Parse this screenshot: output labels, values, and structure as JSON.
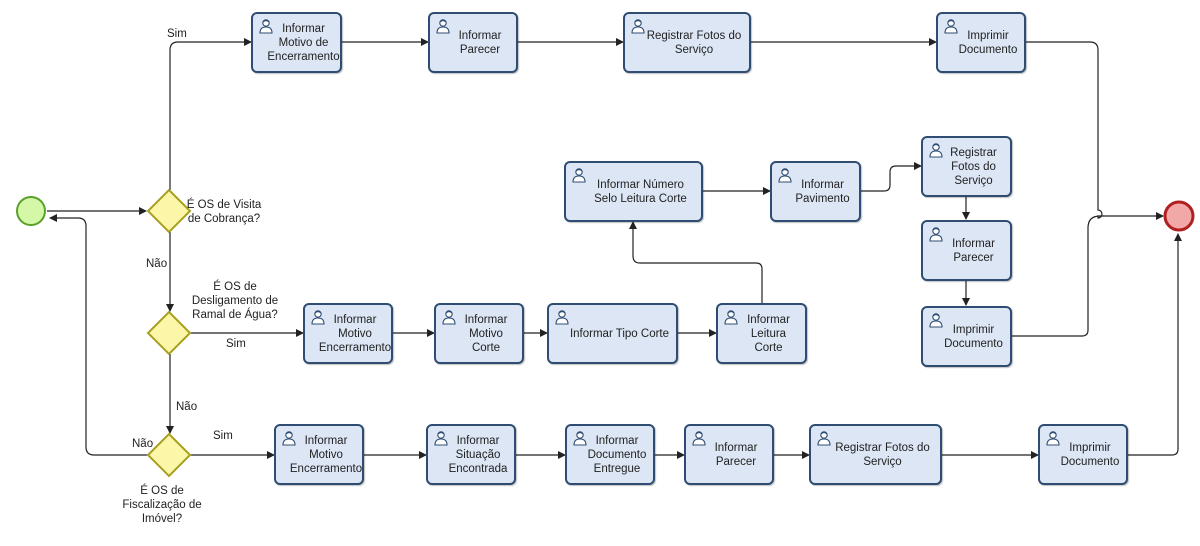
{
  "gateways": {
    "g1": "É OS de Visita de Cobrança?",
    "g2": "É OS de Desligamento de Ramal de Água?",
    "g3": "É OS de Fiscalização de Imóvel?"
  },
  "flow_labels": {
    "g1_sim": "Sim",
    "g1_nao": "Não",
    "g2_sim": "Sim",
    "g2_nao": "Não",
    "g3_sim": "Sim",
    "g3_nao": "Não"
  },
  "tasks": {
    "r1_motivo": "Informar Motivo de Encerramento",
    "r1_parecer": "Informar Parecer",
    "r1_fotos": "Registrar Fotos do Serviço",
    "r1_imprimir": "Imprimir Documento",
    "r2_motivo": "Informar Motivo Encerramento",
    "r2_motivo_corte": "Informar Motivo Corte",
    "r2_tipo_corte": "Informar Tipo Corte",
    "r2_leitura_corte": "Informar Leitura Corte",
    "r2_selo": "Informar Número Selo Leitura Corte",
    "r2_pavimento": "Informar Pavimento",
    "r2_fotos": "Registrar Fotos do Serviço",
    "r2_parecer": "Informar Parecer",
    "r2_imprimir": "Imprimir Documento",
    "r3_motivo": "Informar Motivo Encerramento",
    "r3_situacao": "Informar Situação Encontrada",
    "r3_documento": "Informar Documento Entregue",
    "r3_parecer": "Informar Parecer",
    "r3_fotos": "Registrar Fotos do Serviço",
    "r3_imprimir": "Imprimir Documento"
  },
  "colors": {
    "task_fill": "#dce6f5",
    "task_border": "#2f4d73",
    "gateway_fill": "#fbf6a8",
    "gateway_border": "#a8a020",
    "start_fill": "#d4f7a8",
    "start_border": "#5aa02c",
    "end_fill": "#f3a8a8",
    "end_border": "#b02020"
  }
}
